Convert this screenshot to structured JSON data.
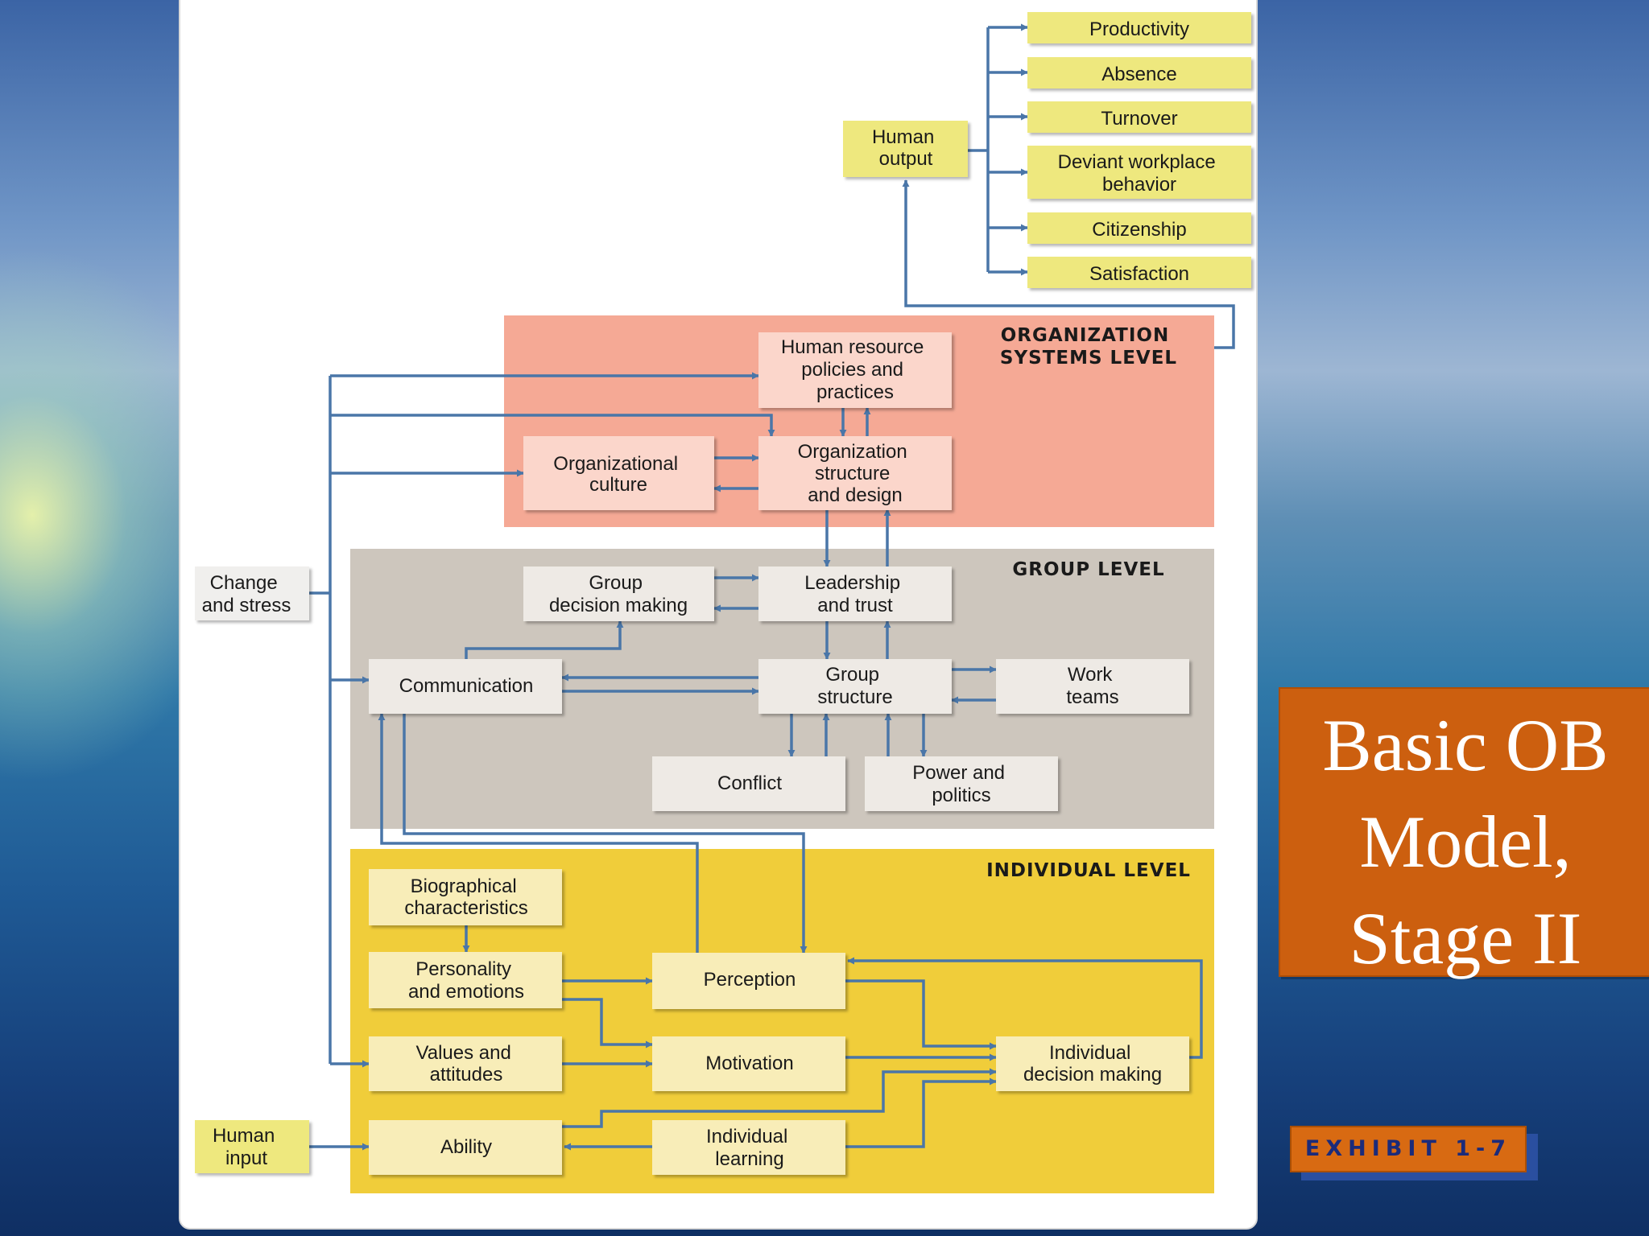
{
  "levels": {
    "organization": [
      "ORGANIZATION",
      "SYSTEMS LEVEL"
    ],
    "group": [
      "GROUP LEVEL"
    ],
    "individual": [
      "INDIVIDUAL LEVEL"
    ]
  },
  "outputs": [
    [
      "Productivity"
    ],
    [
      "Absence"
    ],
    [
      "Turnover"
    ],
    [
      "Deviant workplace",
      "behavior"
    ],
    [
      "Citizenship"
    ],
    [
      "Satisfaction"
    ]
  ],
  "nodes": {
    "human_output": [
      "Human",
      "output"
    ],
    "hr_policies": [
      "Human resource",
      "policies and",
      "practices"
    ],
    "org_culture": [
      "Organizational",
      "culture"
    ],
    "org_structure": [
      "Organization",
      "structure",
      "and design"
    ],
    "change_stress": [
      "Change",
      "and stress"
    ],
    "group_decision": [
      "Group",
      "decision making"
    ],
    "leadership": [
      "Leadership",
      "and trust"
    ],
    "communication": [
      "Communication"
    ],
    "group_structure": [
      "Group",
      "structure"
    ],
    "work_teams": [
      "Work",
      "teams"
    ],
    "conflict": [
      "Conflict"
    ],
    "power_politics": [
      "Power and",
      "politics"
    ],
    "biographical": [
      "Biographical",
      "characteristics"
    ],
    "personality": [
      "Personality",
      "and emotions"
    ],
    "perception": [
      "Perception"
    ],
    "values": [
      "Values and",
      "attitudes"
    ],
    "motivation": [
      "Motivation"
    ],
    "individual_decision": [
      "Individual",
      "decision making"
    ],
    "human_input": [
      "Human",
      "input"
    ],
    "ability": [
      "Ability"
    ],
    "individual_learning": [
      "Individual",
      "learning"
    ]
  },
  "colors": {
    "arrow": "#4a76a8",
    "org_band": "#f5a995",
    "org_box": "#fbd6cb",
    "group_band": "#cdc6bd",
    "group_box": "#eeeae5",
    "individual_band": "#f0cd3a",
    "individual_box": "#f8edb8",
    "output_box": "#eee87e",
    "title_bg": "#cc5f0f"
  },
  "title": [
    "Basic OB",
    "Model,",
    "Stage II"
  ],
  "exhibit": "EXHIBIT 1-7"
}
